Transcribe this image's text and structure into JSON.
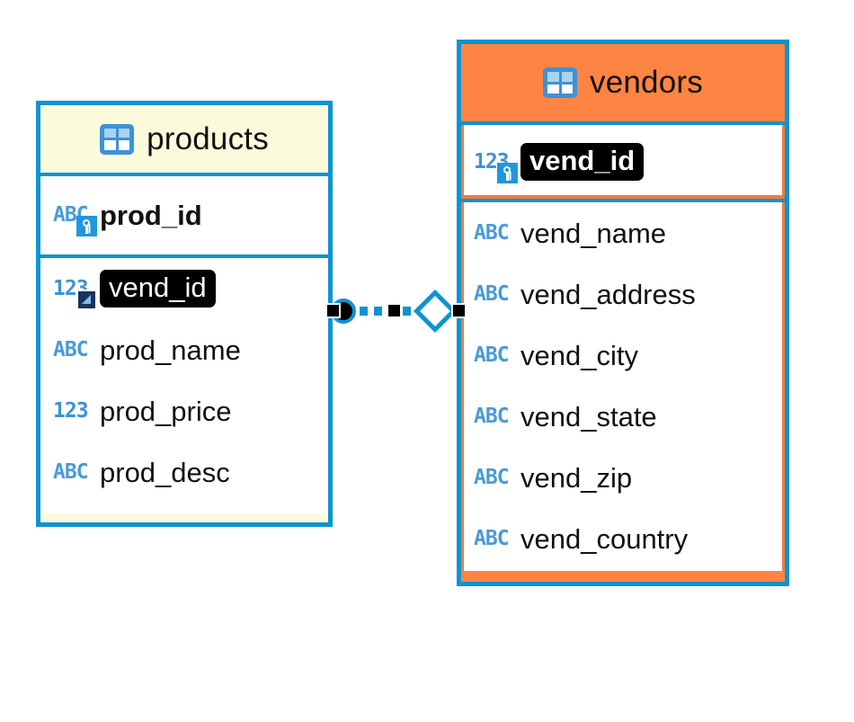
{
  "diagram": {
    "type": "entity-relationship-diagram",
    "entities": [
      {
        "name": "products",
        "icon": "table-icon",
        "selected": false,
        "header_color": "#fbfbdc",
        "border_color": "#0d93d2",
        "primary_key": {
          "name": "prod_id",
          "datatype_icon": "ABC",
          "badge": "key-icon",
          "bold": true,
          "highlighted": false
        },
        "columns": [
          {
            "name": "vend_id",
            "datatype_icon": "123",
            "badge": "foreign-key-icon",
            "bold": false,
            "highlighted": true
          },
          {
            "name": "prod_name",
            "datatype_icon": "ABC",
            "badge": null,
            "bold": false,
            "highlighted": false
          },
          {
            "name": "prod_price",
            "datatype_icon": "123",
            "badge": null,
            "bold": false,
            "highlighted": false
          },
          {
            "name": "prod_desc",
            "datatype_icon": "ABC",
            "badge": null,
            "bold": false,
            "highlighted": false
          }
        ]
      },
      {
        "name": "vendors",
        "icon": "table-icon",
        "selected": true,
        "header_color": "#fd8442",
        "border_color": "#0d93d2",
        "accent_color": "#f57c35",
        "primary_key": {
          "name": "vend_id",
          "datatype_icon": "123",
          "badge": "key-icon",
          "bold": true,
          "highlighted": true
        },
        "columns": [
          {
            "name": "vend_name",
            "datatype_icon": "ABC",
            "badge": null,
            "bold": false,
            "highlighted": false
          },
          {
            "name": "vend_address",
            "datatype_icon": "ABC",
            "badge": null,
            "bold": false,
            "highlighted": false
          },
          {
            "name": "vend_city",
            "datatype_icon": "ABC",
            "badge": null,
            "bold": false,
            "highlighted": false
          },
          {
            "name": "vend_state",
            "datatype_icon": "ABC",
            "badge": null,
            "bold": false,
            "highlighted": false
          },
          {
            "name": "vend_zip",
            "datatype_icon": "ABC",
            "badge": null,
            "bold": false,
            "highlighted": false
          },
          {
            "name": "vend_country",
            "datatype_icon": "ABC",
            "badge": null,
            "bold": false,
            "highlighted": false
          }
        ]
      }
    ],
    "relationship": {
      "from_entity": "products",
      "from_column": "vend_id",
      "to_entity": "vendors",
      "to_column": "vend_id",
      "from_marker": "filled-circle",
      "to_marker": "open-diamond",
      "line_style": "dashed",
      "line_color": "#0d93d2",
      "selected": true
    }
  }
}
